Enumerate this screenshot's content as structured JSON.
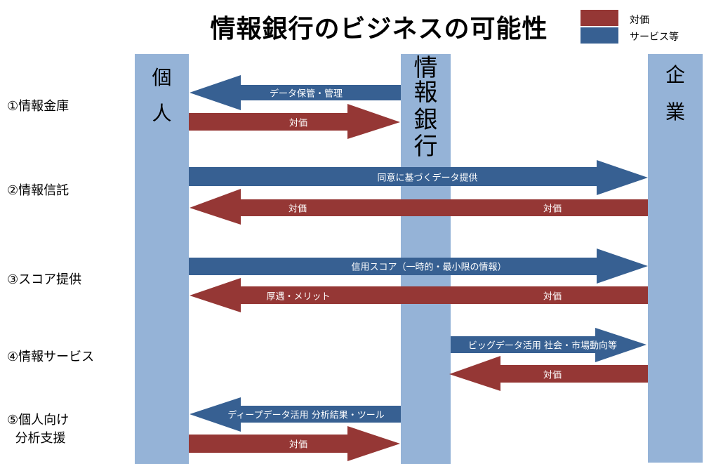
{
  "title": "情報銀行のビジネスの可能性",
  "colors": {
    "payment": "#953735",
    "service": "#376092",
    "lane": "#95b3d7"
  },
  "legend": [
    {
      "label": "対価",
      "kind": "payment"
    },
    {
      "label": "サービス等",
      "kind": "service"
    }
  ],
  "lanes": {
    "individual": {
      "label_chars": [
        "個",
        "人"
      ]
    },
    "bank": {
      "label_chars": [
        "情",
        "報",
        "銀",
        "行"
      ]
    },
    "company": {
      "label_chars": [
        "企",
        "業"
      ]
    }
  },
  "rows": [
    {
      "label": "①情報金庫",
      "arrows": [
        {
          "from": "bank",
          "to": "individual",
          "kind": "service",
          "labels": [
            "データ保管・管理"
          ]
        },
        {
          "from": "individual",
          "to": "bank",
          "kind": "payment",
          "labels": [
            "対価"
          ]
        }
      ]
    },
    {
      "label": "②情報信託",
      "arrows": [
        {
          "from": "individual",
          "to": "company",
          "kind": "service",
          "labels": [
            "同意に基づくデータ提供"
          ]
        },
        {
          "from": "company",
          "to": "individual",
          "kind": "payment",
          "labels": [
            "対価",
            "対価"
          ]
        }
      ]
    },
    {
      "label": "③スコア提供",
      "arrows": [
        {
          "from": "individual",
          "to": "company",
          "kind": "service",
          "labels": [
            "信用スコア（一時的・最小限の情報）"
          ]
        },
        {
          "from": "company",
          "to": "individual",
          "kind": "payment",
          "labels": [
            "厚遇・メリット",
            "対価"
          ]
        }
      ]
    },
    {
      "label": "④情報サービス",
      "arrows": [
        {
          "from": "bank",
          "to": "company",
          "kind": "service",
          "labels": [
            "ビッグデータ活用  社会・市場動向等"
          ]
        },
        {
          "from": "company",
          "to": "bank",
          "kind": "payment",
          "labels": [
            "対価"
          ]
        }
      ]
    },
    {
      "label": "⑤個人向け\n  分析支援",
      "arrows": [
        {
          "from": "bank",
          "to": "individual",
          "kind": "service",
          "labels": [
            "ディープデータ活用 分析結果・ツール"
          ]
        },
        {
          "from": "individual",
          "to": "bank",
          "kind": "payment",
          "labels": [
            "対価"
          ]
        }
      ]
    }
  ]
}
